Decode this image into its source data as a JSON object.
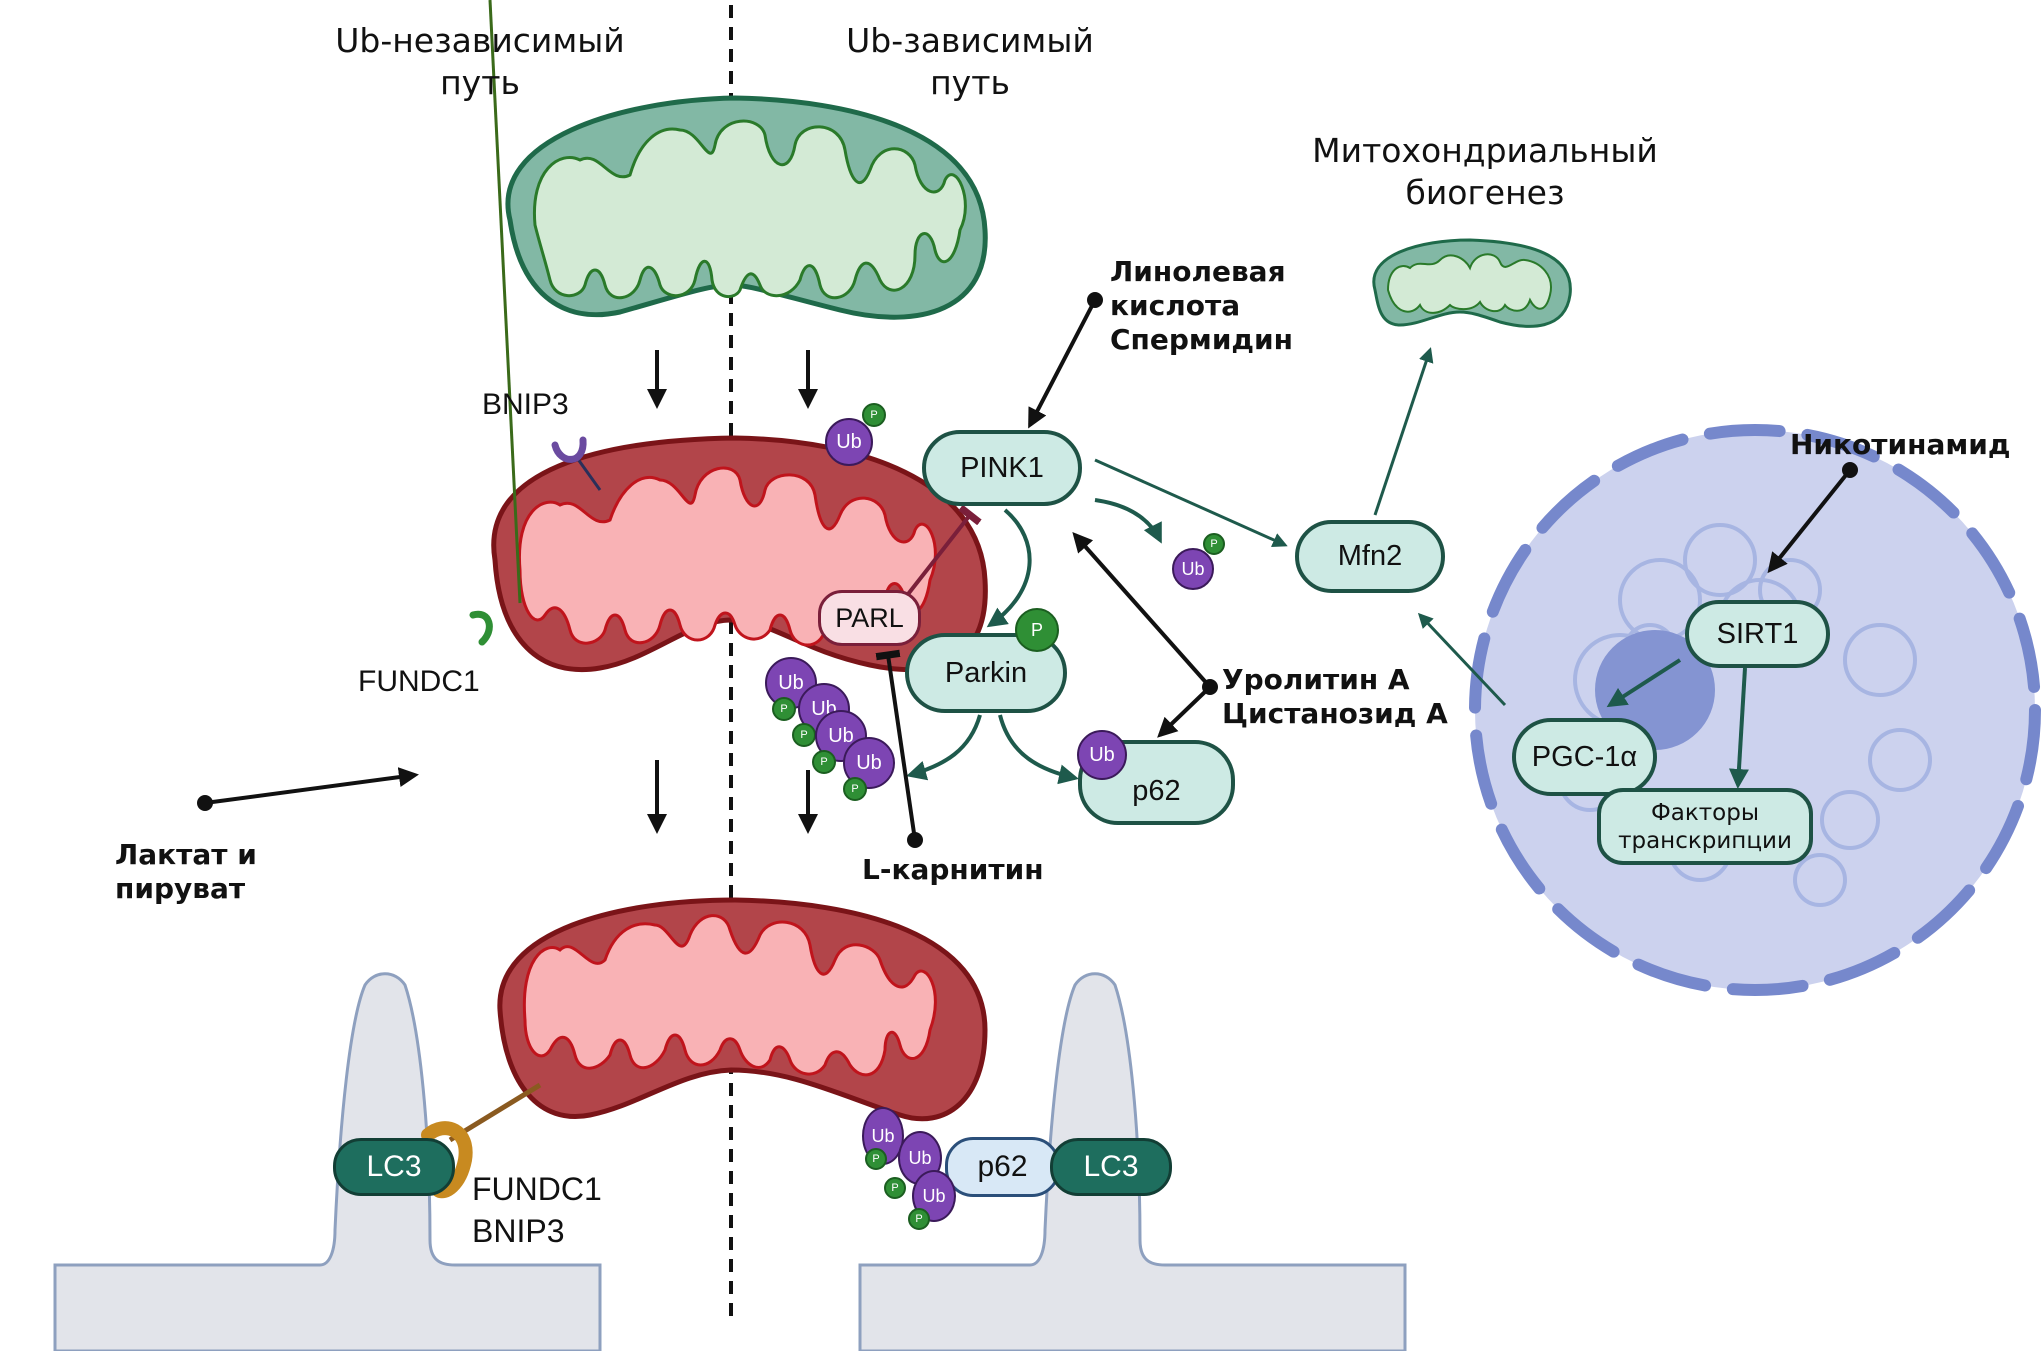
{
  "titles": {
    "ub_independent": "Ub-независимый\nпуть",
    "ub_dependent": "Ub-зависимый\nпуть",
    "biogenesis": "Митохондриальный\nбиогенез"
  },
  "proteins": {
    "bnip3": "BNIP3",
    "fundc1": "FUNDC1",
    "pink1": "PINK1",
    "parkin": "Parkin",
    "parl": "PARL",
    "p62": "p62",
    "mfn2": "Mfn2",
    "sirt1": "SIRT1",
    "pgc1a": "PGC-1α",
    "transcription_factors": "Факторы\nтранскрипции",
    "lc3": "LC3",
    "fundc1_bnip3": "FUNDC1\nBNIP3"
  },
  "modulators": {
    "linoleic_spermidine": "Линолевая\nкислота\nСпермидин",
    "nicotinamide": "Никотинамид",
    "urolithin_cistanoside": "Уролитин А\nЦистанозид А",
    "lactate_pyruvate": "Лактат и\nпируват",
    "l_carnitine": "L-карнитин"
  },
  "markers": {
    "ubiquitin": "Ub",
    "phospho": "P"
  },
  "colors": {
    "healthy_mito_outer": "#82b8a5",
    "healthy_mito_inner": "#d3ead5",
    "damaged_mito_outer": "#b2454a",
    "damaged_mito_inner": "#f9b2b5",
    "pill_fill": "#cdeae4",
    "pill_border": "#1e5245",
    "ubiquitin": "#7d45b3",
    "phospho": "#2f8f35",
    "nucleus": "#ccd2ee",
    "nuclear_envelope": "#7688cc",
    "lc3": "#1e6e5e",
    "phagophore": "#e2e4ea"
  }
}
